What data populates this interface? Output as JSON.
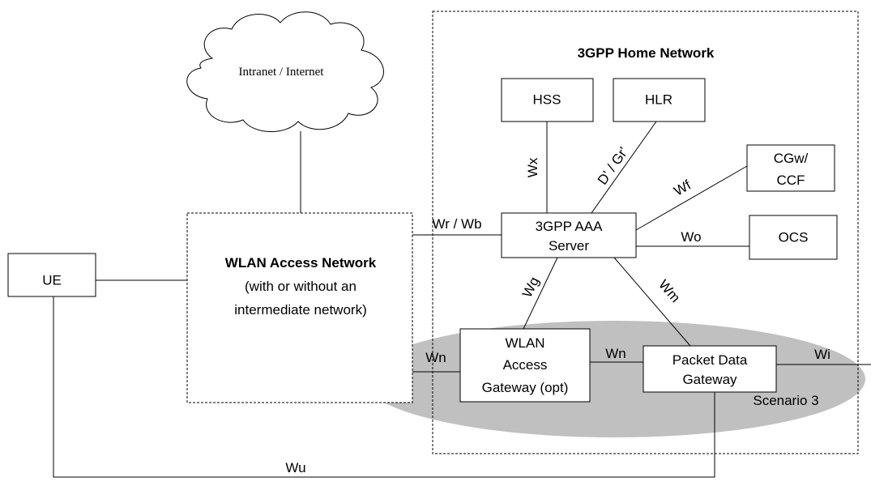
{
  "home_network": {
    "title": "3GPP Home Network"
  },
  "cloud": {
    "label": "Intranet / Internet"
  },
  "nodes": {
    "ue": "UE",
    "wlan_an": {
      "title": "WLAN Access Network",
      "line2": "(with or without an",
      "line3": "intermediate network)"
    },
    "hss": "HSS",
    "hlr": "HLR",
    "cgw": {
      "line1": "CGw/",
      "line2": "CCF"
    },
    "aaa": {
      "line1": "3GPP AAA",
      "line2": "Server"
    },
    "ocs": "OCS",
    "wag": {
      "line1": "WLAN",
      "line2": "Access",
      "line3": "Gateway (opt)"
    },
    "pdg": {
      "line1": "Packet Data",
      "line2": "Gateway"
    }
  },
  "scenario": {
    "label": "Scenario 3"
  },
  "interfaces": {
    "wx": "Wx",
    "d_gr": "D' / Gr'",
    "wf": "Wf",
    "wr_wb": "Wr / Wb",
    "wo": "Wo",
    "wg": "Wg",
    "wm": "Wm",
    "wn_left": "Wn",
    "wn_mid": "Wn",
    "wi": "Wi",
    "wu": "Wu"
  },
  "colors": {
    "scenario_fill": "#c0c0c0",
    "line": "#000000",
    "box_fill": "#ffffff"
  }
}
